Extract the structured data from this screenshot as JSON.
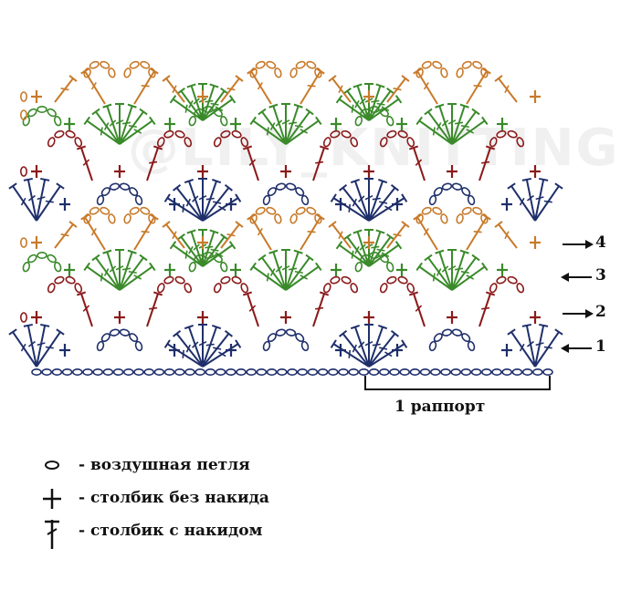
{
  "watermark": "@LILY_KNITTING",
  "rows": [
    {
      "label": "4"
    },
    {
      "label": "3"
    },
    {
      "label": "2"
    },
    {
      "label": "1"
    }
  ],
  "repeat_label": "1 раппорт",
  "legend": [
    {
      "symbol": "chain-icon",
      "text": "- воздушная петля"
    },
    {
      "symbol": "single-crochet-icon",
      "text": "- столбик без накида"
    },
    {
      "symbol": "double-crochet-icon",
      "text": "- столбик с накидом"
    }
  ],
  "colors": {
    "row1": "#1f2f6b",
    "row2": "#8b1a1a",
    "row3": "#3a8a2a",
    "row4": "#c87a2a",
    "chain": "#1f2f6b"
  }
}
